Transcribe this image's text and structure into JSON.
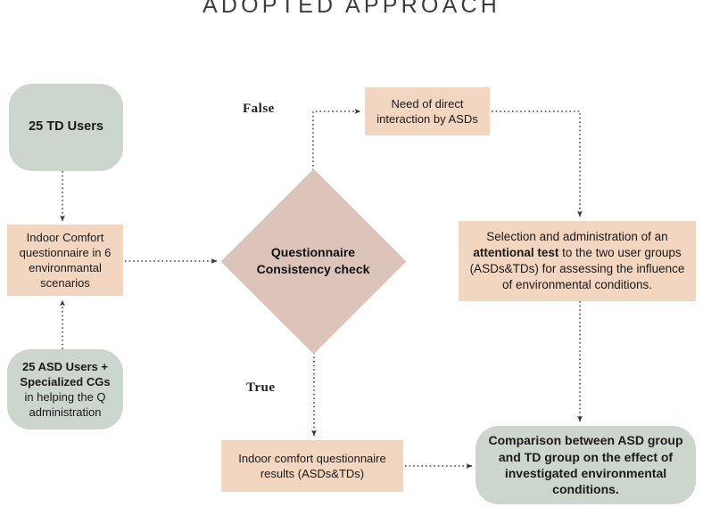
{
  "page": {
    "title": "ADOPTED APPROACH",
    "colors": {
      "green": "#ccd6cc",
      "peach": "#f2d6c0",
      "diamond": "#dcc4ba",
      "text": "#1a1a1a",
      "title": "#3d3d3d",
      "connector": "#444444",
      "background": "#ffffff"
    }
  },
  "nodes": {
    "td_users": {
      "text": "25 TD Users",
      "shape": "rounded-rect",
      "color": "#ccd6cc"
    },
    "indoor_questionnaire": {
      "text": "Indoor Comfort questionnaire in 6 environmantal scenarios",
      "shape": "rect",
      "color": "#f2d6c0"
    },
    "asd_users": {
      "bold_part": "25 ASD Users + Specialized CGs",
      "rest": " in helping the Q administration",
      "shape": "rounded-rect",
      "color": "#ccd6cc"
    },
    "decision": {
      "line1": "Questionnaire",
      "line2": "Consistency check",
      "shape": "diamond",
      "color": "#dcc4ba"
    },
    "need_direct": {
      "text": "Need of direct interaction by ASDs",
      "shape": "rect",
      "color": "#f2d6c0"
    },
    "selection": {
      "pre": "Selection and administration of an ",
      "bold_part": "attentional test",
      "post": " to the two user groups (ASDs&TDs) for assessing the influence of environmental conditions.",
      "shape": "rect",
      "color": "#f2d6c0"
    },
    "results": {
      "text": "Indoor comfort questionnaire results (ASDs&TDs)",
      "shape": "rect",
      "color": "#f2d6c0"
    },
    "comparison": {
      "text": "Comparison between ASD group and TD group on the effect of investigated environmental conditions.",
      "shape": "rounded-rect",
      "color": "#ccd6cc"
    }
  },
  "edge_labels": {
    "false": "False",
    "true": "True"
  }
}
